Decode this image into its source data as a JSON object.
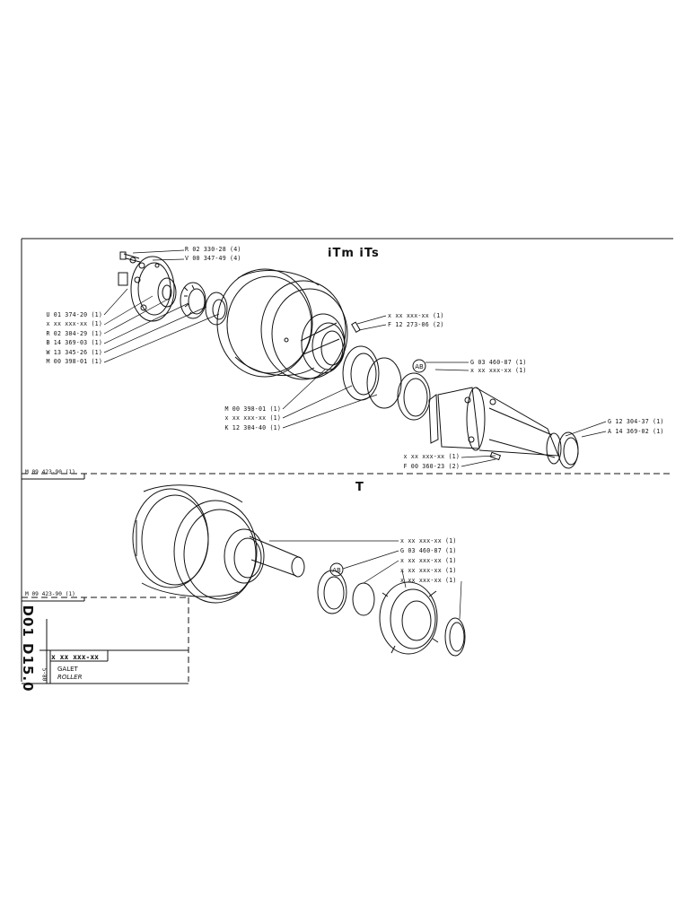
{
  "header_badges": {
    "primary": "iTm iTs",
    "secondary": "T"
  },
  "drawing_refs": {
    "upper": "M 09 423-90 (1)",
    "lower": "M 09 423-90 (1)"
  },
  "upper_callouts_left": [
    "R 02 330-28 (4)",
    "V 00 347-49 (4)",
    "U 01 374-20 (1)",
    "x xx xxx-xx (1)",
    "R 02 304-29 (1)",
    "B 14 369-03 (1)",
    "W 13 345-26 (1)",
    "M 00 398-01 (1)"
  ],
  "upper_callouts_mid": [
    "x xx xxx-xx (1)",
    "F 12 273-06 (2)",
    "M 00 398-01 (1)",
    "x xx xxx-xx (1)",
    "K 12 304-40 (1)"
  ],
  "upper_callouts_right": [
    "G 03 460-87 (1)",
    "x xx xxx-xx (1)",
    "G 12 304-37 (1)",
    "A 14 369-02 (1)",
    "x xx xxx-xx (1)",
    "F 00 360-23 (2)"
  ],
  "lower_callouts": [
    "x xx xxx-xx (1)",
    "G 03 460-87 (1)",
    "x xx xxx-xx (1)",
    "x xx xxx-xx (1)",
    "x xx xxx-xx (1)"
  ],
  "title_block": {
    "doc_number": "D01 D15.0",
    "revision": "5-80",
    "part_number": "x xx xxx-xx",
    "name_fr": "GALET",
    "name_en": "ROLLER"
  }
}
